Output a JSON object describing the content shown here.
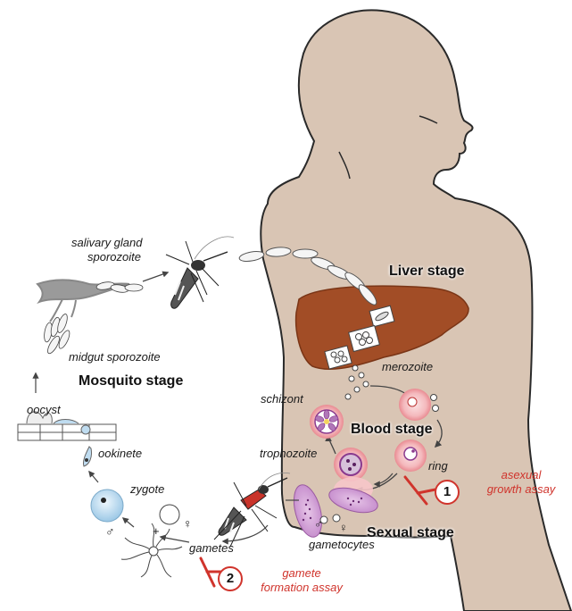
{
  "labels": {
    "salivary_gland": "salivary gland",
    "sporozoite": "sporozoite",
    "midgut_sporozoite": "midgut sporozoite",
    "oocyst": "oocyst",
    "ookinete": "ookinete",
    "zygote": "zygote",
    "gametes": "gametes",
    "merozoite": "merozoite",
    "schizont": "schizont",
    "trophozoite": "trophozoite",
    "ring": "ring",
    "gametocytes": "gametocytes",
    "male_symbol": "♂",
    "female_symbol": "♀",
    "plus": "+"
  },
  "stages": {
    "liver": "Liver stage",
    "mosquito": "Mosquito stage",
    "blood": "Blood stage",
    "sexual": "Sexual stage"
  },
  "assays": {
    "asexual": {
      "number": "1",
      "line1": "asexual",
      "line2": "growth assay"
    },
    "gamete": {
      "number": "2",
      "line1": "gamete",
      "line2": "formation assay"
    }
  },
  "colors": {
    "body_fill": "#d9c5b4",
    "liver_fill": "#a24d26",
    "assay_red": "#d0342c",
    "cell_pink": "#f2b7bc",
    "parasite_purple": "#8a3a8e",
    "zygote_blue": "#bfdcf0"
  }
}
